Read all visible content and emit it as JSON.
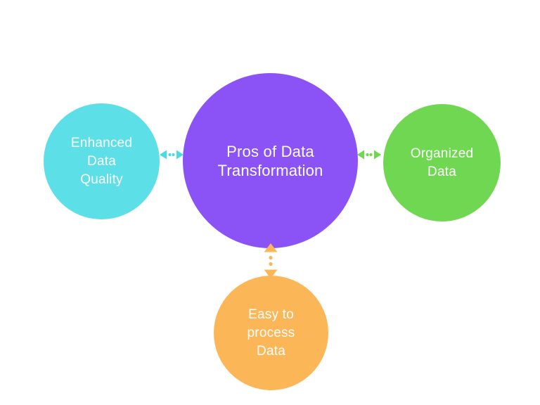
{
  "diagram": {
    "title": "Pros of Data Transformation",
    "background_color": "#ffffff",
    "text_color": "#ffffff",
    "nodes": {
      "center": {
        "label": "Pros of Data\nTransformation",
        "color": "#8b53f5"
      },
      "left": {
        "label": "Enhanced\nData\nQuality",
        "color": "#5cdfe6"
      },
      "right": {
        "label": "Organized\nData",
        "color": "#6fd751"
      },
      "bottom": {
        "label": "Easy to\nprocess\nData",
        "color": "#fbb757"
      }
    },
    "connectors": {
      "left": {
        "style": "dotted-double-arrow",
        "color": "#4ed9e2"
      },
      "right": {
        "style": "dotted-double-arrow",
        "color": "#6fd751"
      },
      "bottom": {
        "style": "dotted-double-arrow",
        "color": "#fbb757"
      }
    }
  }
}
